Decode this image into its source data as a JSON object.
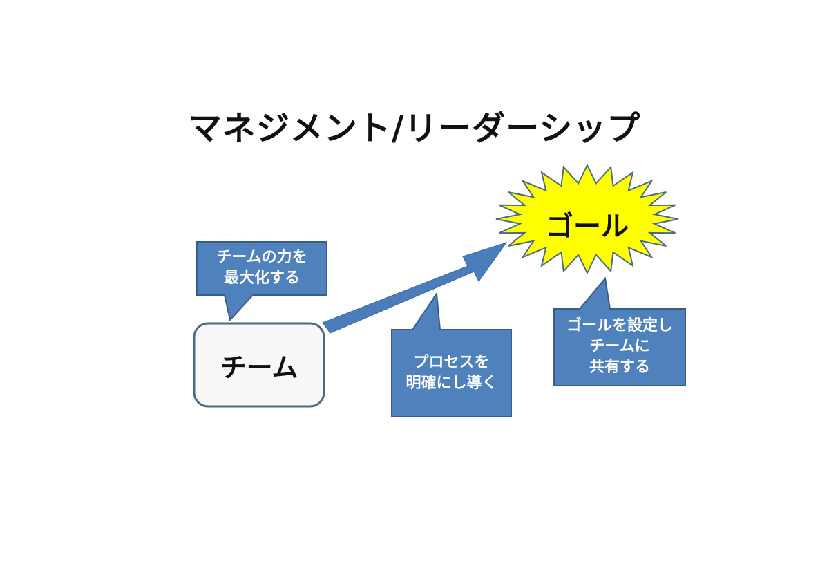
{
  "title": "マネジメント/リーダーシップ",
  "nodes": {
    "team": "チーム",
    "goal": "ゴール"
  },
  "callouts": {
    "team_power": [
      "チームの力を",
      "最大化する"
    ],
    "process": [
      "プロセスを",
      "明確にし導く"
    ],
    "goal_share": [
      "ゴールを設定し",
      "チームに",
      "共有する"
    ]
  },
  "colors": {
    "callout_fill": "#4f81bd",
    "callout_stroke": "#385d8a",
    "arrow": "#4a7ebb",
    "starburst_fill": "#ffff00",
    "starburst_stroke": "#4a6a8a",
    "team_box_fill": "#f8f8f8",
    "team_box_stroke": "#4a6a8a"
  }
}
